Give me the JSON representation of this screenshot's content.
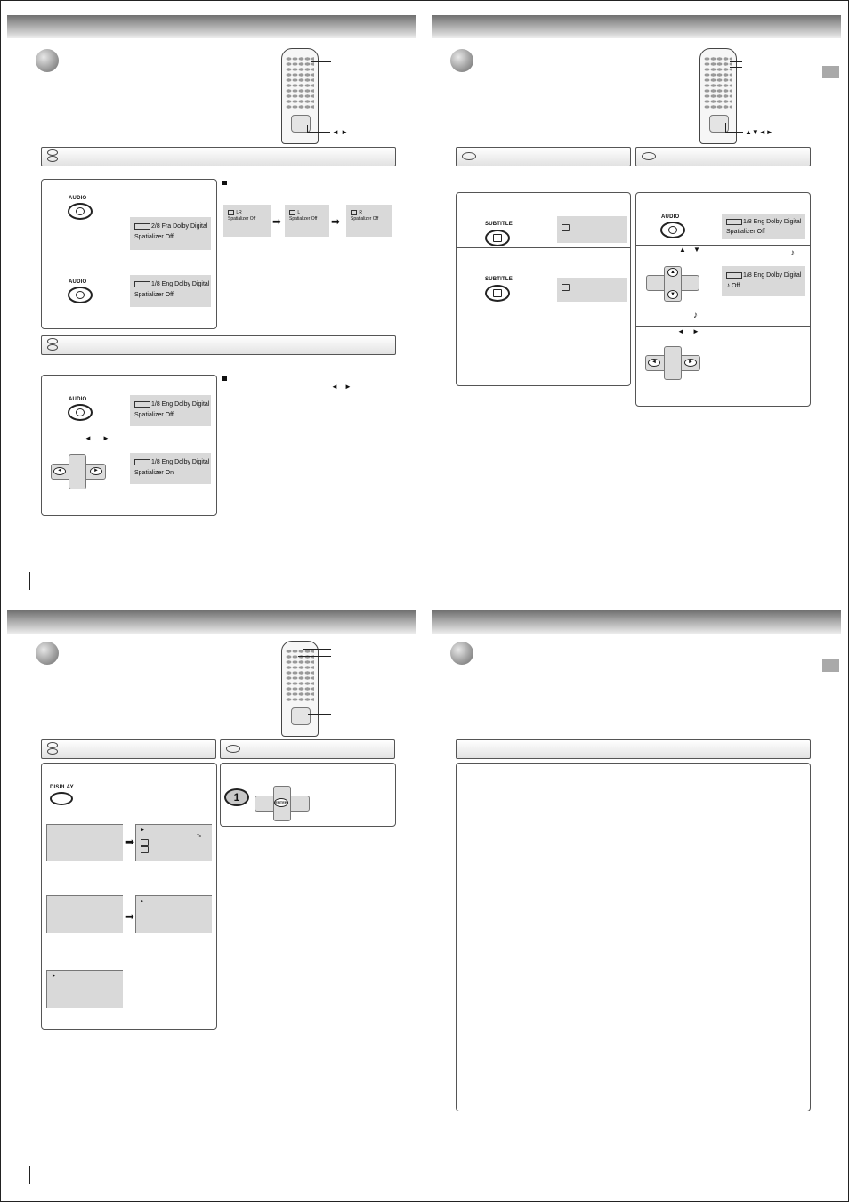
{
  "buttons": {
    "audio": "AUDIO",
    "subtitle": "SUBTITLE",
    "display": "DISPLAY",
    "enter": "ENTER",
    "step_number": "1"
  },
  "arrows": {
    "left_right": "◄ ►",
    "up_down_left_right": "▲▼◄►",
    "left": "◄",
    "right": "►",
    "up": "▲",
    "down": "▼",
    "play": "►"
  },
  "q1": {
    "audio_screen_1": {
      "line1": "2/8 Fra Dolby Digital",
      "line2": "Spatializer Off"
    },
    "audio_screen_2": {
      "line1": "1/8 Eng Dolby Digital",
      "line2": "Spatializer Off"
    },
    "channel_screens": [
      {
        "line1": "LR",
        "line2": "Spatializer Off"
      },
      {
        "line1": "L",
        "line2": "Spatializer Off"
      },
      {
        "line1": "R",
        "line2": "Spatializer Off"
      }
    ],
    "spatializer_screen_1": {
      "line1": "1/8 Eng Dolby Digital",
      "line2": "Spatializer Off"
    },
    "spatializer_screen_2": {
      "line1": "1/8 Eng Dolby Digital",
      "line2": "Spatializer On"
    }
  },
  "q2": {
    "right_screen_1": {
      "line1": "1/8 Eng Dolby Digital",
      "line2": "Spatializer Off"
    },
    "right_screen_2": {
      "line1": "1/8 Eng Dolby Digital",
      "line2": "Off"
    }
  },
  "q3": {
    "display_screen_tc": "Tc"
  }
}
